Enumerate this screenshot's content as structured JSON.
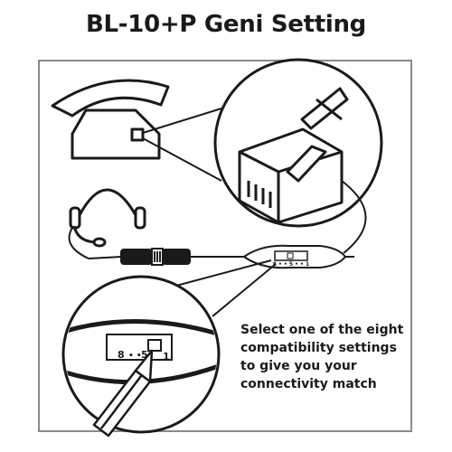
{
  "title": "BL-10+P Geni Setting",
  "caption_lines": [
    "Select one of the eight",
    "compatibility settings",
    "to give you your",
    "connectivity match"
  ],
  "switch_small": "8 • • 5 • • 1",
  "switch_large_8": "8",
  "switch_large_dots": "• •",
  "switch_large_5": "5",
  "switch_large_1": "1",
  "icons": [
    "telephone-icon",
    "headset-icon",
    "modular-plug-icon",
    "quick-disconnect-icon",
    "pencil-icon"
  ]
}
